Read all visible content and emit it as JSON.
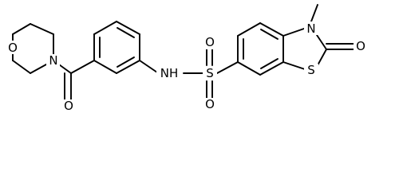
{
  "structure": {
    "atoms": {
      "morpholine_o": "O",
      "morpholine_n": "N",
      "carbonyl_o": "O",
      "amide_nh": "NH",
      "sulfonyl_s": "S",
      "sulfonyl_o_top": "O",
      "sulfonyl_o_bottom": "O",
      "thiazole_s": "S",
      "thiazole_n": "N",
      "ketone_o": "O"
    },
    "n_methyl_group": "methyl"
  }
}
